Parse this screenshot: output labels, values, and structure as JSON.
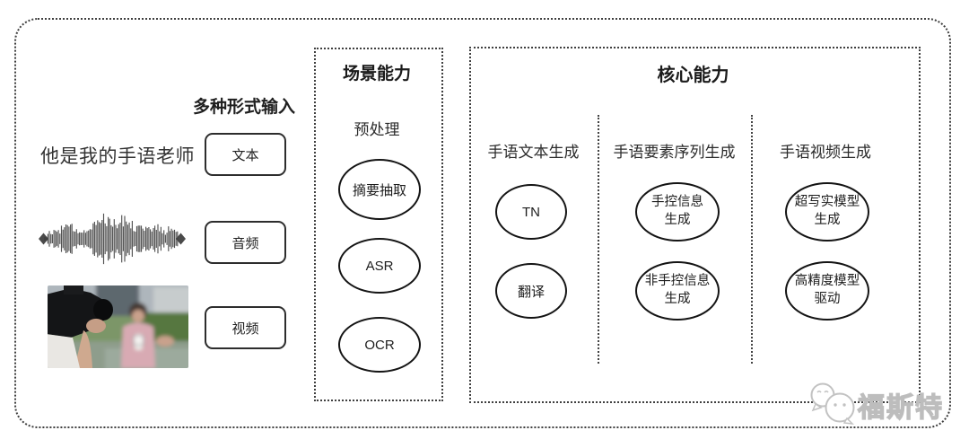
{
  "input": {
    "title": "多种形式输入",
    "sample_text": "他是我的手语老师",
    "items": [
      {
        "label": "文本"
      },
      {
        "label": "音频"
      },
      {
        "label": "视频"
      }
    ]
  },
  "scene": {
    "title": "场景能力",
    "group_label": "预处理",
    "nodes": [
      {
        "label": "摘要抽取"
      },
      {
        "label": "ASR"
      },
      {
        "label": "OCR"
      }
    ]
  },
  "core": {
    "title": "核心能力",
    "columns": [
      {
        "header": "手语文本生成",
        "nodes": [
          {
            "label": "TN"
          },
          {
            "label": "翻译"
          }
        ]
      },
      {
        "header": "手语要素序列生成",
        "nodes": [
          {
            "label": "手控信息\n生成"
          },
          {
            "label": "非手控信息\n生成"
          }
        ]
      },
      {
        "header": "手语视频生成",
        "nodes": [
          {
            "label": "超写实模型\n生成"
          },
          {
            "label": "高精度模型\n驱动"
          }
        ]
      }
    ]
  },
  "watermark": {
    "text": "福斯特"
  },
  "colors": {
    "background": "#ffffff",
    "line": "#3f3f3f",
    "ellipse_stroke": "#141414",
    "text": "#2a2a2a",
    "watermark": "#c9c9c9"
  }
}
